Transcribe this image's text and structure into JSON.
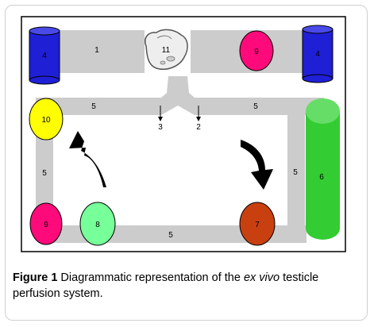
{
  "caption": {
    "label": "Figure 1",
    "pre": " Diagrammatic representation of the ",
    "em": "ex vivo",
    "post": " testicle perfusion system."
  },
  "labels": {
    "tube_top_left": "1",
    "testicle": "11",
    "pump_top_right": "9",
    "reservoir_left": "4",
    "reservoir_right": "4",
    "tube_left_horizontal": "5",
    "tube_right_horizontal": "5",
    "arrow_3": "3",
    "arrow_2": "2",
    "chamber_10": "10",
    "tube_left_vertical": "5",
    "tube_right_vertical": "5",
    "oxygenator": "6",
    "pump_bottom_left": "9",
    "filter_8": "8",
    "tube_bottom": "5",
    "heater_7": "7"
  },
  "colors": {
    "tube": "#cccccc",
    "blue_reservoir": "#1f1fd6",
    "pink": "#ff0a7a",
    "yellow": "#ffff00",
    "green": "#33cc33",
    "light_green": "#77ff99",
    "orange_red": "#c84010",
    "frame": "#000000"
  }
}
